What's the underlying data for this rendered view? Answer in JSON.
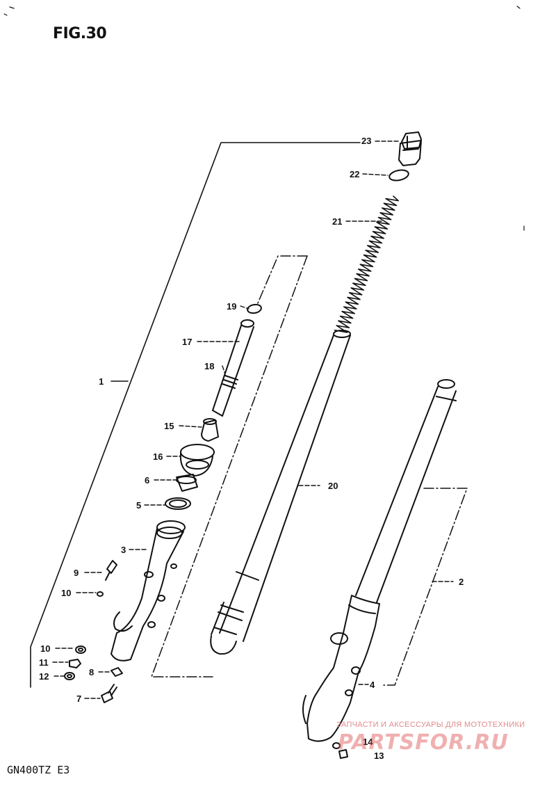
{
  "figure": {
    "title": "FIG.30",
    "model_code": "GN400TZ  E3"
  },
  "callouts": [
    {
      "id": "c23",
      "label": "23"
    },
    {
      "id": "c22",
      "label": "22"
    },
    {
      "id": "c21",
      "label": "21"
    },
    {
      "id": "c19",
      "label": "19"
    },
    {
      "id": "c17",
      "label": "17"
    },
    {
      "id": "c18",
      "label": "18"
    },
    {
      "id": "c1",
      "label": "1"
    },
    {
      "id": "c15",
      "label": "15"
    },
    {
      "id": "c16",
      "label": "16"
    },
    {
      "id": "c6",
      "label": "6"
    },
    {
      "id": "c20",
      "label": "20"
    },
    {
      "id": "c5",
      "label": "5"
    },
    {
      "id": "c3",
      "label": "3"
    },
    {
      "id": "c2",
      "label": "2"
    },
    {
      "id": "c9",
      "label": "9"
    },
    {
      "id": "c10a",
      "label": "10"
    },
    {
      "id": "c10b",
      "label": "10"
    },
    {
      "id": "c11",
      "label": "11"
    },
    {
      "id": "c8",
      "label": "8"
    },
    {
      "id": "c12",
      "label": "12"
    },
    {
      "id": "c4",
      "label": "4"
    },
    {
      "id": "c7",
      "label": "7"
    },
    {
      "id": "c14",
      "label": "14"
    },
    {
      "id": "c13",
      "label": "13"
    }
  ],
  "watermark": {
    "line1": "ЗАПЧАСТИ И АКСЕССУАРЫ ДЛЯ МОТОТЕХНИКИ",
    "line2": "PARTSFOR.RU"
  },
  "colors": {
    "ink": "#111111",
    "watermark": "#e08a8a"
  }
}
